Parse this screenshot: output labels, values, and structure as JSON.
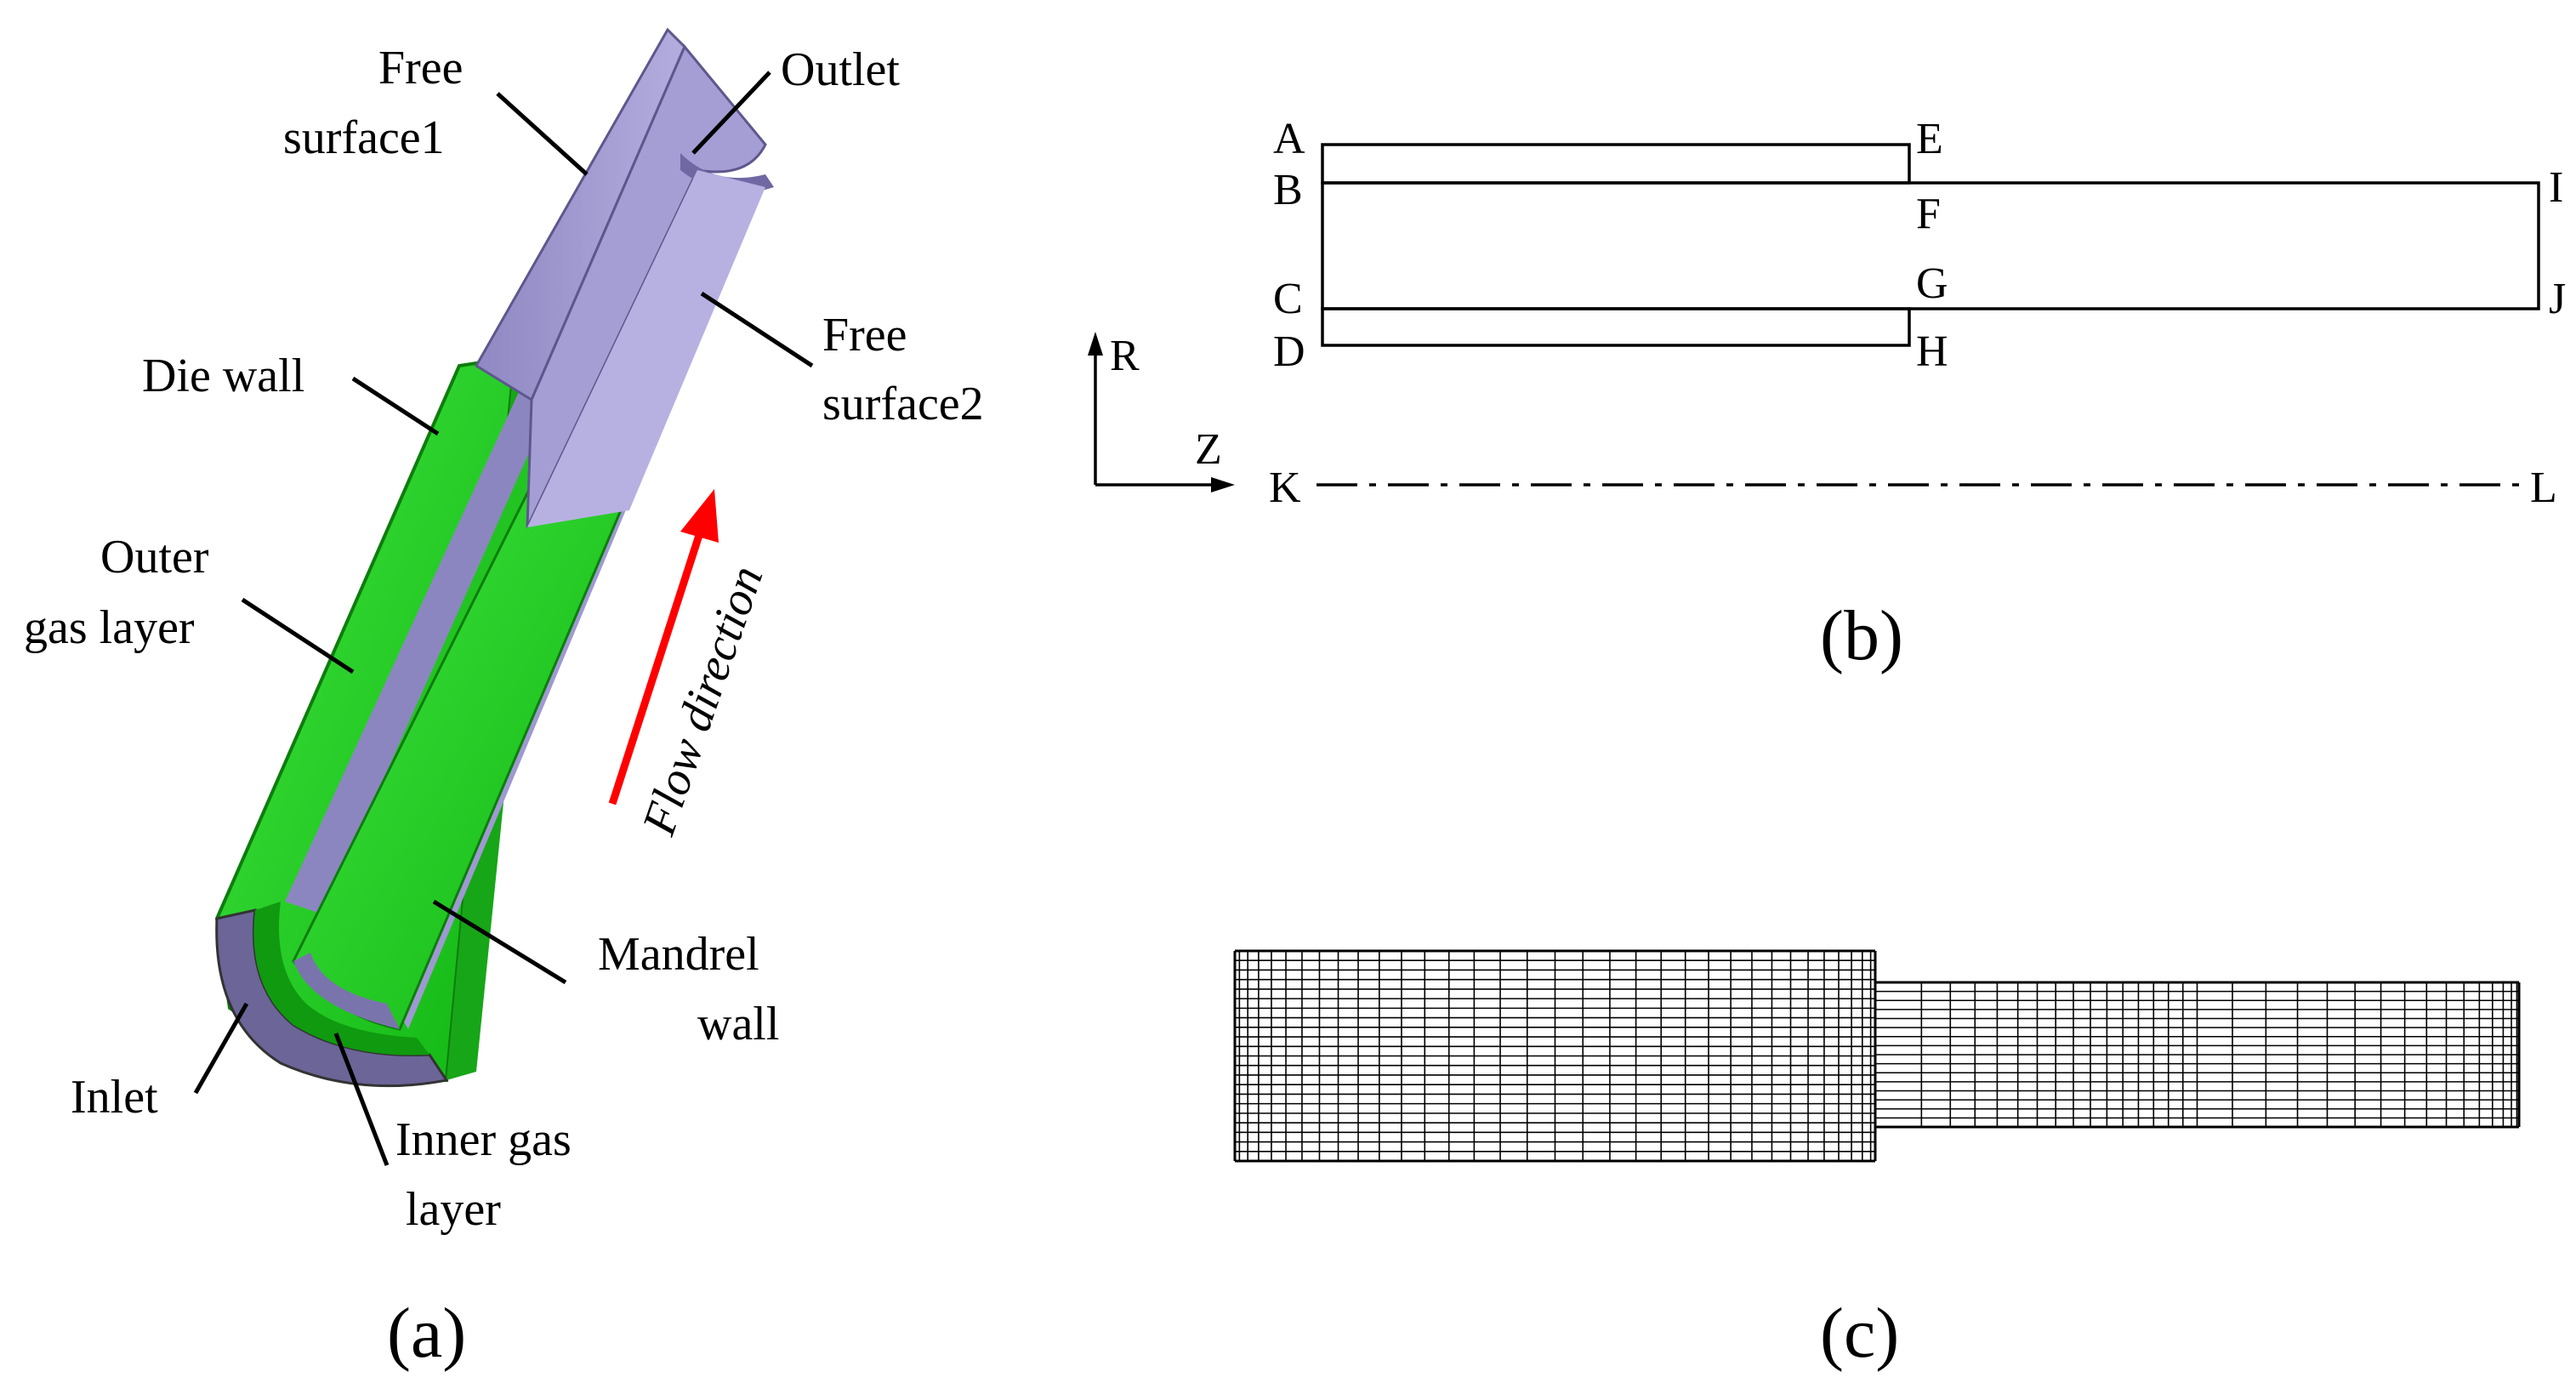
{
  "panel_a": {
    "caption": "(a)",
    "labels": {
      "free_surface1_l1": "Free",
      "free_surface1_l2": "surface1",
      "outlet": "Outlet",
      "free_surface2_l1": "Free",
      "free_surface2_l2": "surface2",
      "die_wall": "Die wall",
      "outer_gas_l1": "Outer",
      "outer_gas_l2": "gas layer",
      "flow_direction": "Flow direction",
      "mandrel_l1": "Mandrel",
      "mandrel_l2": "wall",
      "inlet": "Inlet",
      "inner_gas_l1": "Inner gas",
      "inner_gas_l2": "layer"
    },
    "colors": {
      "green": "#1ed21e",
      "green_dark": "#0f9a0f",
      "purple": "#a6a0d6",
      "purple_dark": "#756ea8",
      "arrow": "#ff0000"
    }
  },
  "panel_b": {
    "caption": "(b)",
    "points": {
      "A": "A",
      "B": "B",
      "C": "C",
      "D": "D",
      "E": "E",
      "F": "F",
      "G": "G",
      "H": "H",
      "I": "I",
      "J": "J",
      "K": "K",
      "L": "L"
    },
    "axes": {
      "r": "R",
      "z": "Z"
    }
  },
  "panel_c": {
    "caption": "(c)"
  }
}
